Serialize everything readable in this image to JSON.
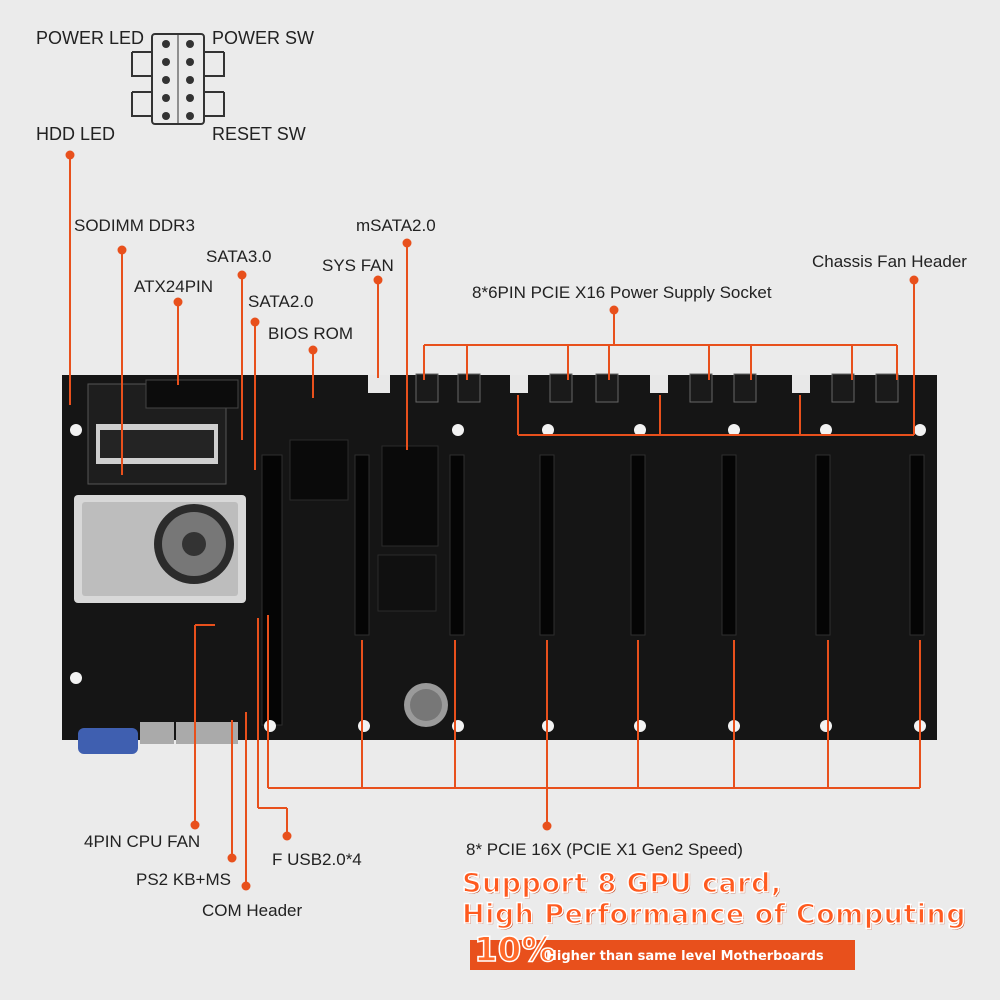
{
  "labels": {
    "power_led": "POWER LED",
    "power_sw": "POWER SW",
    "hdd_led": "HDD  LED",
    "reset_sw": "RESET SW",
    "sodimm": "SODIMM DDR3",
    "sata3": "SATA3.0",
    "atx24": "ATX24PIN",
    "sata2": "SATA2.0",
    "bios": "BIOS ROM",
    "sys_fan": "SYS FAN",
    "msata": "mSATA2.0",
    "pcie_power": "8*6PIN PCIE X16 Power Supply Socket",
    "chassis_fan": "Chassis Fan Header",
    "cpu_fan": "4PIN CPU FAN",
    "ps2": "PS2 KB+MS",
    "com": "COM Header",
    "fusb": "F USB2.0*4",
    "pcie_slots": "8* PCIE 16X (PCIE X1 Gen2 Speed)"
  },
  "slogan": {
    "line1": "Support 8 GPU card,",
    "line2": "High Performance of Computing",
    "percent": "10%",
    "banner_text": "Higher than same level Motherboards"
  },
  "colors": {
    "accent": "#e8501c",
    "board": "#151515",
    "background": "#ebebeb"
  }
}
